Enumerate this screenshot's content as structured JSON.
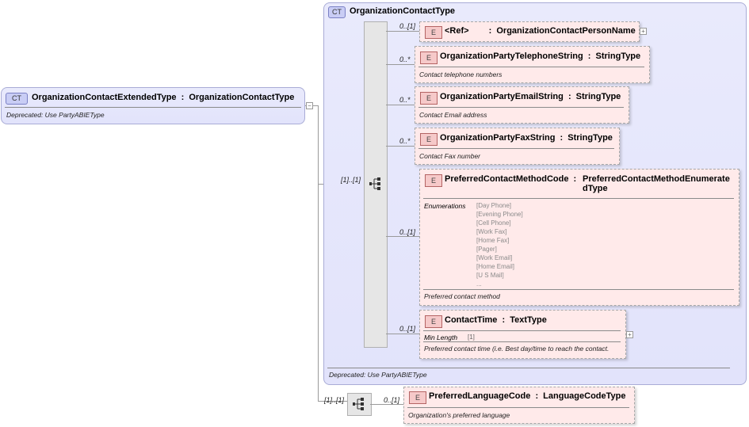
{
  "root": {
    "badge": "CT",
    "name": "OrganizationContactExtendedType",
    "type": "OrganizationContactType",
    "doc": "Deprecated: Use PartyABIEType",
    "seq_cardinality": "[1]..[1]"
  },
  "base": {
    "badge": "CT",
    "name": "OrganizationContactType",
    "doc": "Deprecated: Use PartyABIEType",
    "seq_cardinality": "[1]..[1]"
  },
  "element_badge": "E",
  "colon": ":",
  "elements": [
    {
      "card": "0..[1]",
      "name": "<Ref>",
      "type": "OrganizationContactPersonName",
      "doc": ""
    },
    {
      "card": "0..*",
      "name": "OrganizationPartyTelephoneString",
      "type": "StringType",
      "doc": "Contact telephone numbers"
    },
    {
      "card": "0..*",
      "name": "OrganizationPartyEmailString",
      "type": "StringType",
      "doc": "Contact Email address"
    },
    {
      "card": "0..*",
      "name": "OrganizationPartyFaxString",
      "type": "StringType",
      "doc": "Contact Fax number"
    },
    {
      "card": "0..[1]",
      "name": "PreferredContactMethodCode",
      "type_line1": "PreferredContactMethodEnumerate",
      "type_line2": "dType",
      "facet_label": "Enumerations",
      "enumerations": [
        "[Day Phone]",
        "[Evening Phone]",
        "[Cell Phone]",
        "[Work Fax]",
        "[Home Fax]",
        "[Pager]",
        "[Work Email]",
        "[Home Email]",
        "[U S Mail]",
        "..."
      ],
      "doc": "Preferred contact method"
    },
    {
      "card": "0..[1]",
      "name": "ContactTime",
      "type": "TextType",
      "facet_label": "Min Length",
      "facet_value": "[1]",
      "doc": "Preferred contact time (i.e. Best day/time to reach the contact."
    }
  ],
  "extension": {
    "card": "0..[1]",
    "name": "PreferredLanguageCode",
    "type": "LanguageCodeType",
    "doc": "Organization's preferred language"
  }
}
